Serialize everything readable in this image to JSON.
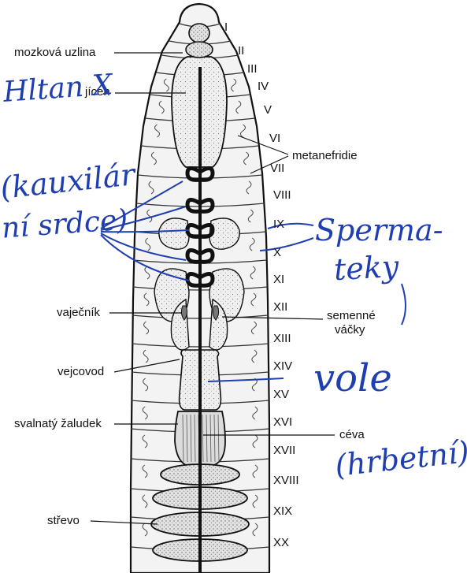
{
  "labels": {
    "mozkova": "mozková uzlina",
    "jicen": "jícen",
    "metanefridie": "metanefridie",
    "vajecnik": "vaječník",
    "semenne1": "semenné",
    "semenne2": "váčky",
    "vejcovod": "vejcovod",
    "zaludek": "svalnatý žaludek",
    "ceva": "céva",
    "strevo": "střevo"
  },
  "segments": [
    "I",
    "II",
    "III",
    "IV",
    "V",
    "VI",
    "VII",
    "VIII",
    "IX",
    "X",
    "XI",
    "XII",
    "XIII",
    "XIV",
    "XV",
    "XVI",
    "XVII",
    "XVIII",
    "XIX",
    "XX"
  ],
  "handwriting": {
    "hltan": "Hltan X",
    "kapilar1": "(kauxilár",
    "kapilar2": "ní srdce)",
    "sperma1": "Sperma-",
    "sperma2": "teky",
    "vole": "vole",
    "hrbetni": "(hrbetní)"
  },
  "colors": {
    "ink": "#111111",
    "pen": "#1f3fb0",
    "body_fill": "#ececec",
    "organ_fill": "#d9d9d9"
  }
}
